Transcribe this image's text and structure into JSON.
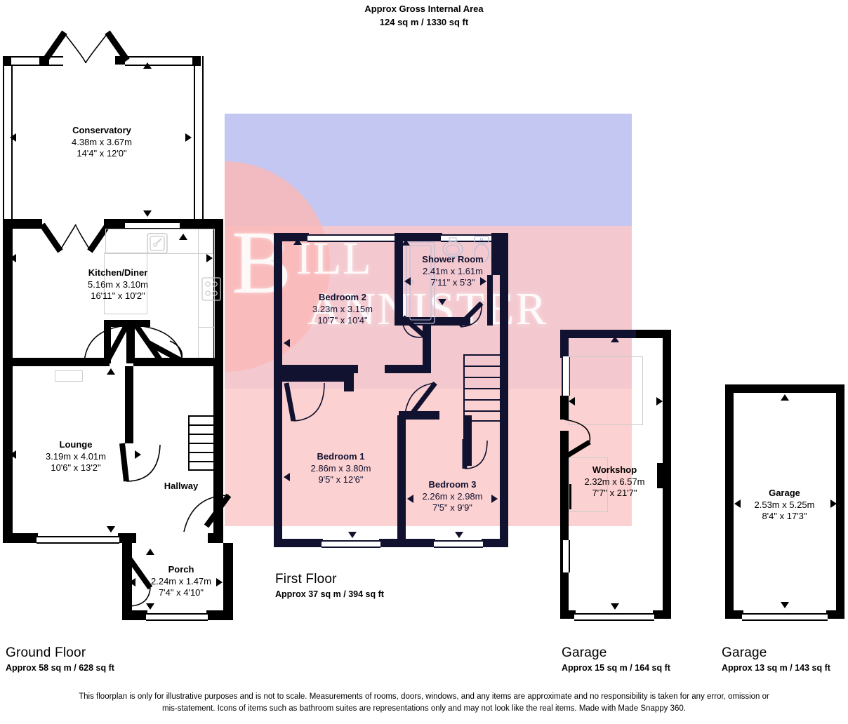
{
  "header": {
    "line1": "Approx Gross Internal Area",
    "line2": "124 sq m / 1330 sq ft"
  },
  "watermark": {
    "big": "B",
    "part1": "ILL",
    "part2": "ANNISTER",
    "full": "BILL BANNISTER"
  },
  "floors": [
    {
      "id": "ground",
      "title": "Ground Floor",
      "area": "Approx 58 sq m / 628 sq ft"
    },
    {
      "id": "first",
      "title": "First Floor",
      "area": "Approx 37 sq m / 394 sq ft"
    },
    {
      "id": "garage1",
      "title": "Garage",
      "area": "Approx 15 sq m / 164 sq ft"
    },
    {
      "id": "garage2",
      "title": "Garage",
      "area": "Approx 13 sq m / 143 sq ft"
    }
  ],
  "rooms": [
    {
      "name": "Conservatory",
      "metric": "4.38m x 3.67m",
      "imperial": "14'4\" x 12'0\"",
      "floor": "ground"
    },
    {
      "name": "Kitchen/Diner",
      "metric": "5.16m x 3.10m",
      "imperial": "16'11\" x 10'2\"",
      "floor": "ground"
    },
    {
      "name": "Lounge",
      "metric": "3.19m x 4.01m",
      "imperial": "10'6\" x 13'2\"",
      "floor": "ground"
    },
    {
      "name": "Hallway",
      "metric": "",
      "imperial": "",
      "floor": "ground"
    },
    {
      "name": "Porch",
      "metric": "2.24m x 1.47m",
      "imperial": "7'4\" x 4'10\"",
      "floor": "ground"
    },
    {
      "name": "Bedroom 2",
      "metric": "3.23m x 3.15m",
      "imperial": "10'7\" x 10'4\"",
      "floor": "first"
    },
    {
      "name": "Shower Room",
      "metric": "2.41m x 1.61m",
      "imperial": "7'11\" x 5'3\"",
      "floor": "first"
    },
    {
      "name": "Bedroom 1",
      "metric": "2.86m x 3.80m",
      "imperial": "9'5\" x 12'6\"",
      "floor": "first"
    },
    {
      "name": "Bedroom 3",
      "metric": "2.26m x 2.98m",
      "imperial": "7'5\" x 9'9\"",
      "floor": "first"
    },
    {
      "name": "Workshop",
      "metric": "2.32m x 6.57m",
      "imperial": "7'7\" x 21'7\"",
      "floor": "garage1"
    },
    {
      "name": "Garage",
      "metric": "2.53m x 5.25m",
      "imperial": "8'4\" x 17'3\"",
      "floor": "garage2"
    }
  ],
  "disclaimer": "This floorplan is only for illustrative purposes and is not to scale. Measurements of rooms, doors, windows, and any items are approximate and no responsibility is taken for any error, omission or mis-statement. Icons of items such as bathroom suites are representations only and may not look like the real items. Made with Made Snappy 360.",
  "colors": {
    "wall_ground": "#000000",
    "wall_first": "#111130",
    "overlay_blue": "#b9bdf0",
    "overlay_pink": "#fbc9c9",
    "background": "#ffffff"
  }
}
